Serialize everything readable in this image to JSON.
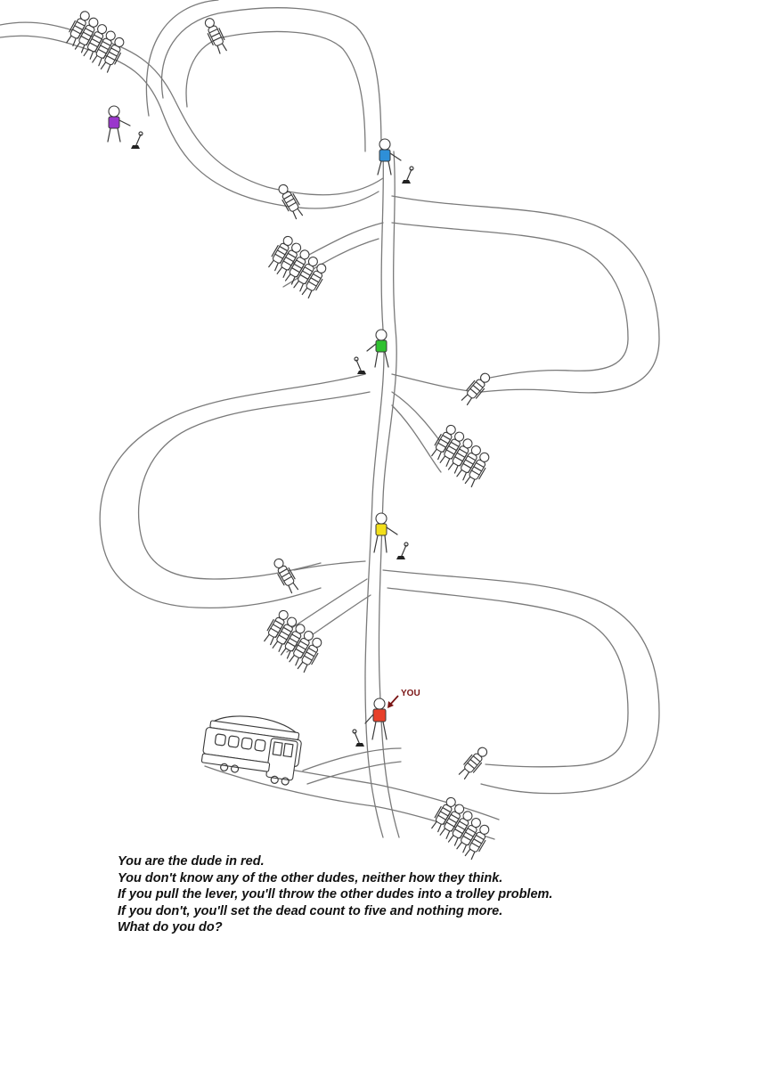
{
  "caption": {
    "lines": [
      "You are the dude in red.",
      "You don't know any of the other dudes, neither how they think.",
      "If you pull the lever, you'll throw the other dudes into a trolley problem.",
      "If you don't, you'll set the dead count to five and nothing more.",
      "What do you do?"
    ]
  },
  "marker": {
    "label": "YOU"
  },
  "colors": {
    "red": "#e8402a",
    "yellow": "#f2df1a",
    "green": "#2fc22f",
    "blue": "#2e8fd8",
    "purple": "#9a36cc",
    "track": "#7a7a7a"
  }
}
